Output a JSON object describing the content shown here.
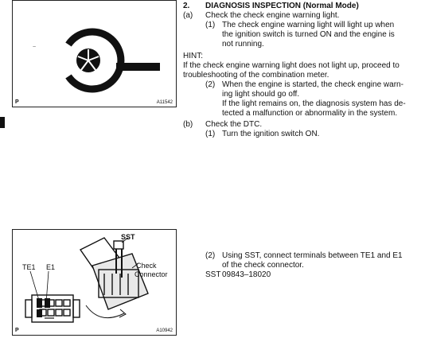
{
  "fig1": {
    "p": "P",
    "id": "A11542"
  },
  "fig2": {
    "p": "P",
    "id": "A10942",
    "sst": "SST",
    "check": "Check",
    "connector": "Connector",
    "te1": "TE1",
    "e1": "E1"
  },
  "section": {
    "num": "2.",
    "title": "DIAGNOSIS INSPECTION (Normal Mode)",
    "a_label": "(a)",
    "a_text": "Check the check engine warning light.",
    "a1_num": "(1)",
    "a1_l1": "The check engine warning light will light up when",
    "a1_l2": "the ignition switch is turned ON and the engine is",
    "a1_l3": "not running.",
    "hint": "HINT:",
    "hint_l1": "If the check engine warning light does not light up, proceed to",
    "hint_l2": "troubleshooting of the combination meter.",
    "a2_num": "(2)",
    "a2_l1": "When the engine is started, the check engine warn-",
    "a2_l2": "ing light should go off.",
    "a2_l3": "If the light remains on, the diagnosis system has de-",
    "a2_l4": "tected a malfunction or abnormality in the system.",
    "b_label": "(b)",
    "b_text": "Check the DTC.",
    "b1_num": "(1)",
    "b1_text": "Turn the ignition switch ON.",
    "b2_num": "(2)",
    "b2_l1": "Using SST, connect terminals between TE1 and E1",
    "b2_l2": "of the check connector.",
    "sst_label": "SST",
    "sst_num": "09843–18020"
  }
}
